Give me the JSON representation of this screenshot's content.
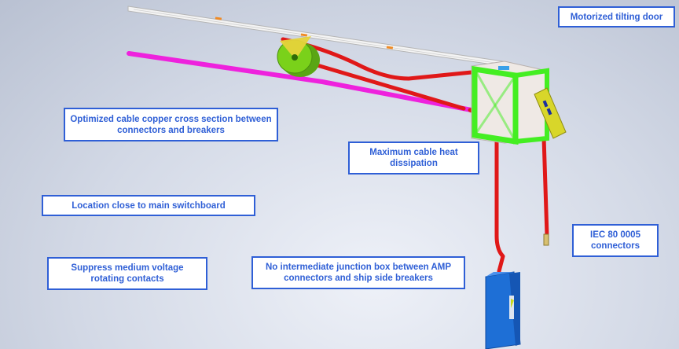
{
  "callouts": {
    "motorized_door": "Motorized tilting door",
    "copper_cross_section": "Optimized cable copper cross section between connectors and breakers",
    "heat_dissipation": "Maximum cable heat dissipation",
    "location": "Location close to main switchboard",
    "iec_connectors": "IEC 80 0005 connectors",
    "suppress_contacts": "Suppress medium voltage rotating contacts",
    "no_junction_box": "No intermediate junction box between AMP connectors and ship side breakers"
  },
  "colors": {
    "callout_border": "#2f5fd6",
    "callout_text": "#2f5fd6",
    "cable": "#e01818",
    "secondary_cable": "#ee22dd",
    "frame": "#44ee22",
    "pulley": "#7ad11a",
    "connector_box": "#1e6fd6",
    "connector_panel": "#d8d62a"
  }
}
